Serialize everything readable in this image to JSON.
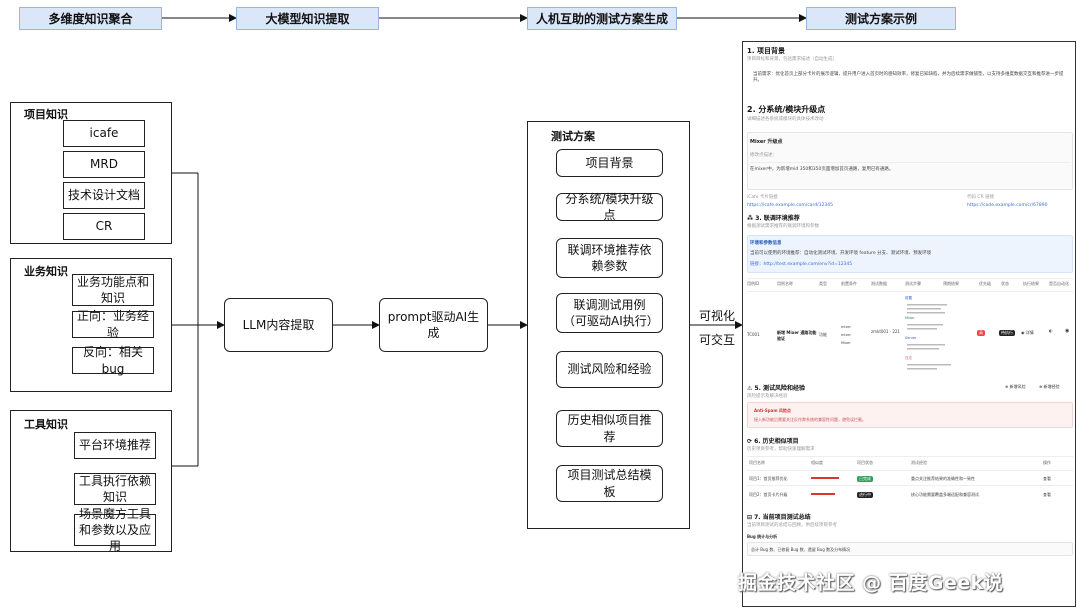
{
  "headers": {
    "h1": "多维度知识聚合",
    "h2": "大模型知识提取",
    "h3": "人机互助的测试方案生成",
    "h4": "测试方案示例"
  },
  "project_knowledge": {
    "title": "项目知识",
    "items": [
      "icafe",
      "MRD",
      "技术设计文档",
      "CR"
    ]
  },
  "business_knowledge": {
    "title": "业务知识",
    "items": [
      "业务功能点和知识",
      "正向：业务经验",
      "反向：相关bug"
    ]
  },
  "tool_knowledge": {
    "title": "工具知识",
    "items": [
      "平台环境推荐",
      "工具执行依赖知识",
      "场景魔方工具和参数以及应用"
    ]
  },
  "llm_box": "LLM内容提取",
  "prompt_box": "prompt驱动AI生成",
  "plan": {
    "title": "测试方案",
    "items": [
      "项目背景",
      "分系统/模块升级点",
      "联调环境推荐依赖参数",
      "联调测试用例（可驱动AI执行）",
      "测试风险和经验",
      "历史相似项目推荐",
      "项目测试总结模板"
    ]
  },
  "arrow_labels": {
    "visual": "可视化",
    "interactive": "可交互"
  },
  "example": {
    "s1_title": "1. 项目背景",
    "s1_sub": "项目目标和背景，包括需求描述（自动生成）",
    "s1_text": "当前需求：优化首页上部分卡片的展示逻辑，提升用户进入首页时的感知效率，修复已知缺陷，并为后续需求做铺垫，以支持多维度数据交互和推荐进一步提升。",
    "s2_title": "2. 分系统/模块升级点",
    "s2_sub": "详细描述各系统或模块的具体技术改动",
    "mixer_title": "Mixer 升级点",
    "mixer_sub": "修改点描述：",
    "mixer_text": "在mixer中，为新增mid 350和350页面增加首页通路，复用已有通路。",
    "icafe_label": "iCafe 卡片链接",
    "icafe_link": "https://icafe.example.com/card/12345",
    "cr_label": "代码 CR 链接",
    "cr_link": "https://code.example.com/cr/67890",
    "s3_title": "⁂ 3. 联调环境推荐",
    "s3_sub": "根据测试需求推荐的联调环境和参数",
    "env_title": "环境和参数信息",
    "env_text": "当前可以使用的环境推荐：自动化测试环境、开发环境 feature 分支、测试环境、预发环境",
    "env_link": "链接：http://test.example.com/env?id=12345",
    "table_headers": [
      "用例ID",
      "用例名称",
      "类型",
      "前置条件",
      "测试数据",
      "测试步骤",
      "预期结果",
      "优先级",
      "状态",
      "执行结果",
      "是否自动化"
    ],
    "case_id": "TC001",
    "case_name": "新增 Mixer 通路功能验证",
    "case_type": "功能",
    "case_pre": [
      "mixer",
      "mixer",
      "Mixer"
    ],
    "case_data": "zmkt001 · 221",
    "steps_groups": [
      "前置",
      "Mixer",
      "Server",
      "日志"
    ],
    "badges": [
      "高",
      "待执行"
    ],
    "detail_label": "详情",
    "s5_title": "⚠ 5. 测试风险和经验",
    "s5_sub": "风险提示及解决经验",
    "s5_btns": [
      "新增风险",
      "新增经验"
    ],
    "risk_title": "Anti-Spam 风险点",
    "risk_text": "接入新功能后需要关注反作弊系统的兼容性问题，避免误拦截。",
    "s6_title": "⟳ 6. 历史相似项目",
    "s6_sub": "历史项目参考，帮助快速理解需求",
    "s6_headers": [
      "项目名称",
      "相似度",
      "项目状态",
      "测试经验",
      "操作"
    ],
    "s6_rows": [
      {
        "name": "项目1：首页推荐优化",
        "status": "已完成",
        "exp": "重点关注推荐结果的准确性和一致性",
        "op": "查看"
      },
      {
        "name": "项目2：首页卡片升级",
        "status": "进行中",
        "exp": "核心功能需要覆盖多端适配和兼容测试",
        "op": "查看"
      }
    ],
    "s7_title": "⊟ 7. 当前项目测试总结",
    "s7_sub": "当前项目测试的总结与回顾，供后续项目参考",
    "s7_item": "Bug 统计与分析",
    "s7_text": "总计 Bug 数、已修复 Bug 数、遗留 Bug 数及分布情况"
  },
  "watermark": "掘金技术社区 @ 百度Geek说"
}
